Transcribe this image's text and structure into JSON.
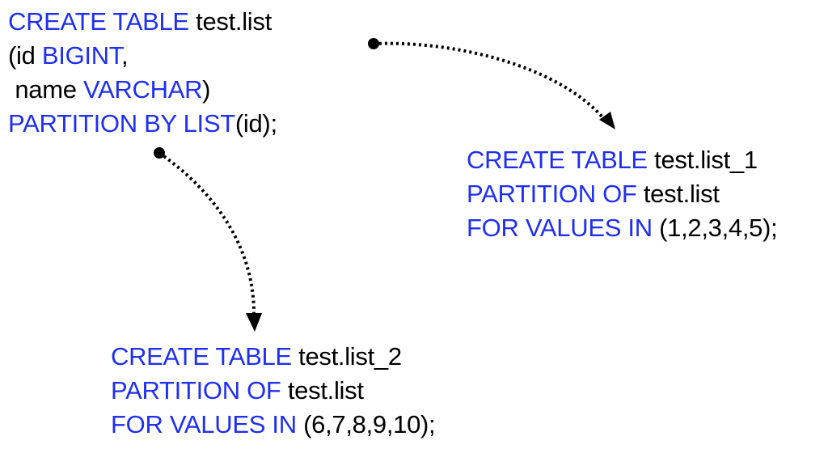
{
  "colors": {
    "keyword": "#1f2ff0",
    "text": "#000000",
    "arrow": "#000000",
    "background": "#ffffff"
  },
  "parent_table": {
    "lines": [
      [
        {
          "t": "CREATE TABLE",
          "kw": true
        },
        {
          "t": " test.list",
          "kw": false
        }
      ],
      [
        {
          "t": "(id ",
          "kw": false
        },
        {
          "t": "BIGINT",
          "kw": true
        },
        {
          "t": ",",
          "kw": false
        }
      ],
      [
        {
          "t": " name ",
          "kw": false
        },
        {
          "t": "VARCHAR",
          "kw": true
        },
        {
          "t": ")",
          "kw": false
        }
      ],
      [
        {
          "t": "PARTITION BY LIST",
          "kw": true
        },
        {
          "t": "(id);",
          "kw": false
        }
      ]
    ]
  },
  "partition_1": {
    "lines": [
      [
        {
          "t": "CREATE TABLE",
          "kw": true
        },
        {
          "t": " test.list_1",
          "kw": false
        }
      ],
      [
        {
          "t": "PARTITION OF",
          "kw": true
        },
        {
          "t": " test.list",
          "kw": false
        }
      ],
      [
        {
          "t": "FOR VALUES IN",
          "kw": true
        },
        {
          "t": " (1,2,3,4,5);",
          "kw": false
        }
      ]
    ]
  },
  "partition_2": {
    "lines": [
      [
        {
          "t": "CREATE TABLE",
          "kw": true
        },
        {
          "t": " test.list_2",
          "kw": false
        }
      ],
      [
        {
          "t": "PARTITION OF",
          "kw": true
        },
        {
          "t": " test.list",
          "kw": false
        }
      ],
      [
        {
          "t": "FOR VALUES IN",
          "kw": true
        },
        {
          "t": " (6,7,8,9,10);",
          "kw": false
        }
      ]
    ]
  }
}
